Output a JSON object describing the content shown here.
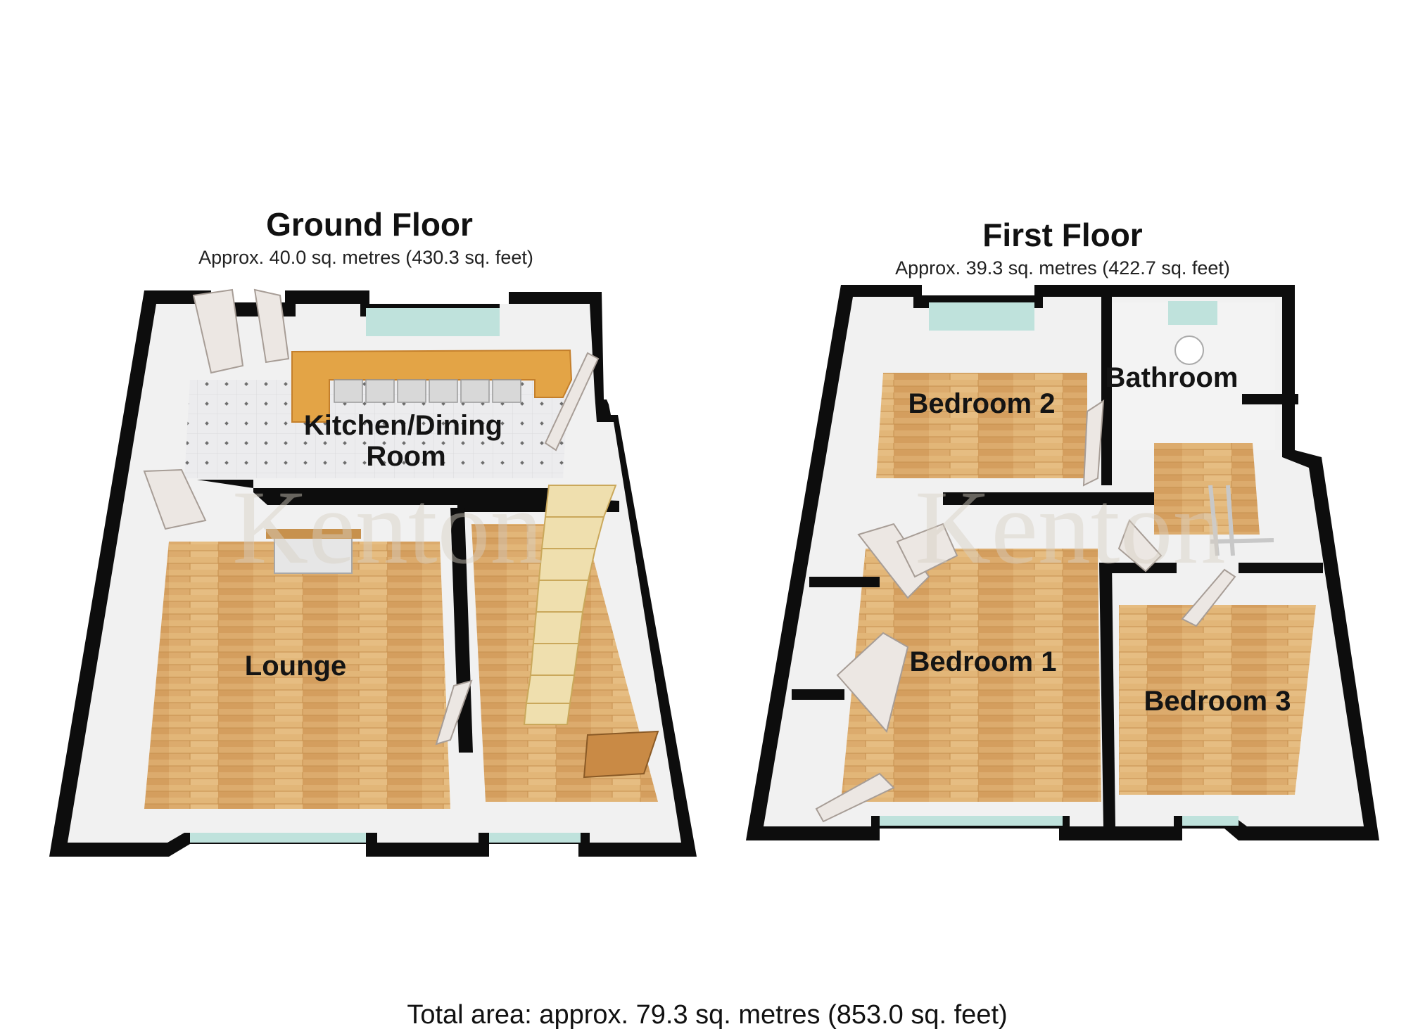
{
  "ground_floor": {
    "title": "Ground Floor",
    "area": "Approx. 40.0 sq. metres (430.3 sq. feet)",
    "rooms": [
      "Kitchen/Dining",
      "Room",
      "Lounge"
    ]
  },
  "first_floor": {
    "title": "First Floor",
    "area": "Approx. 39.3 sq. metres (422.7 sq. feet)",
    "rooms": [
      "Bathroom",
      "Bedroom 2",
      "Bedroom 1",
      "Bedroom 3"
    ]
  },
  "total_area": "Total area: approx. 79.3 sq. metres (853.0 sq. feet)",
  "watermark": "Kenton",
  "colors": {
    "wall": "#0d0d0d",
    "wood_floor": "#d9a86a",
    "tile_floor": "#e9e9ea",
    "window": "#bfe2dc"
  }
}
